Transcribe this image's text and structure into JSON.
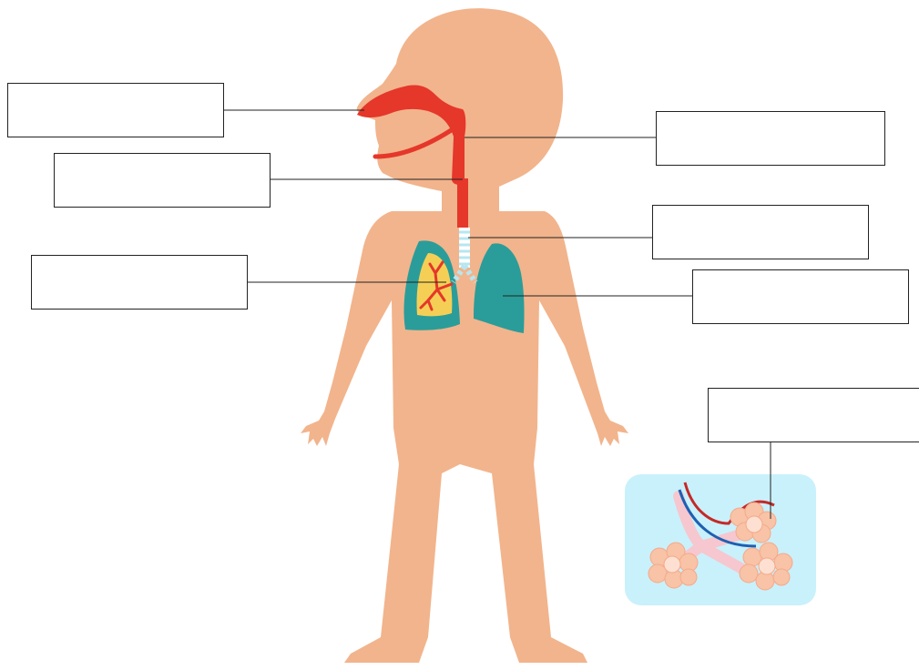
{
  "diagram": {
    "labels": [
      {
        "id": "nose",
        "text": ""
      },
      {
        "id": "pharynx",
        "text": ""
      },
      {
        "id": "larynx",
        "text": ""
      },
      {
        "id": "trachea",
        "text": ""
      },
      {
        "id": "bronchi",
        "text": ""
      },
      {
        "id": "lungs",
        "text": ""
      },
      {
        "id": "alveoli",
        "text": ""
      }
    ]
  },
  "colors": {
    "skin": "#f2b48c",
    "airway": "#e5372a",
    "lung": "#2a9d9a",
    "lung_inner": "#f5cf55",
    "trachea_rings": "#b7e6f0",
    "alveoli_bg": "#c9f1fb",
    "alveoli": "#f8c3a6",
    "artery": "#c62828",
    "vein": "#1e5fb3",
    "bronchiole": "#f6c7cf"
  }
}
